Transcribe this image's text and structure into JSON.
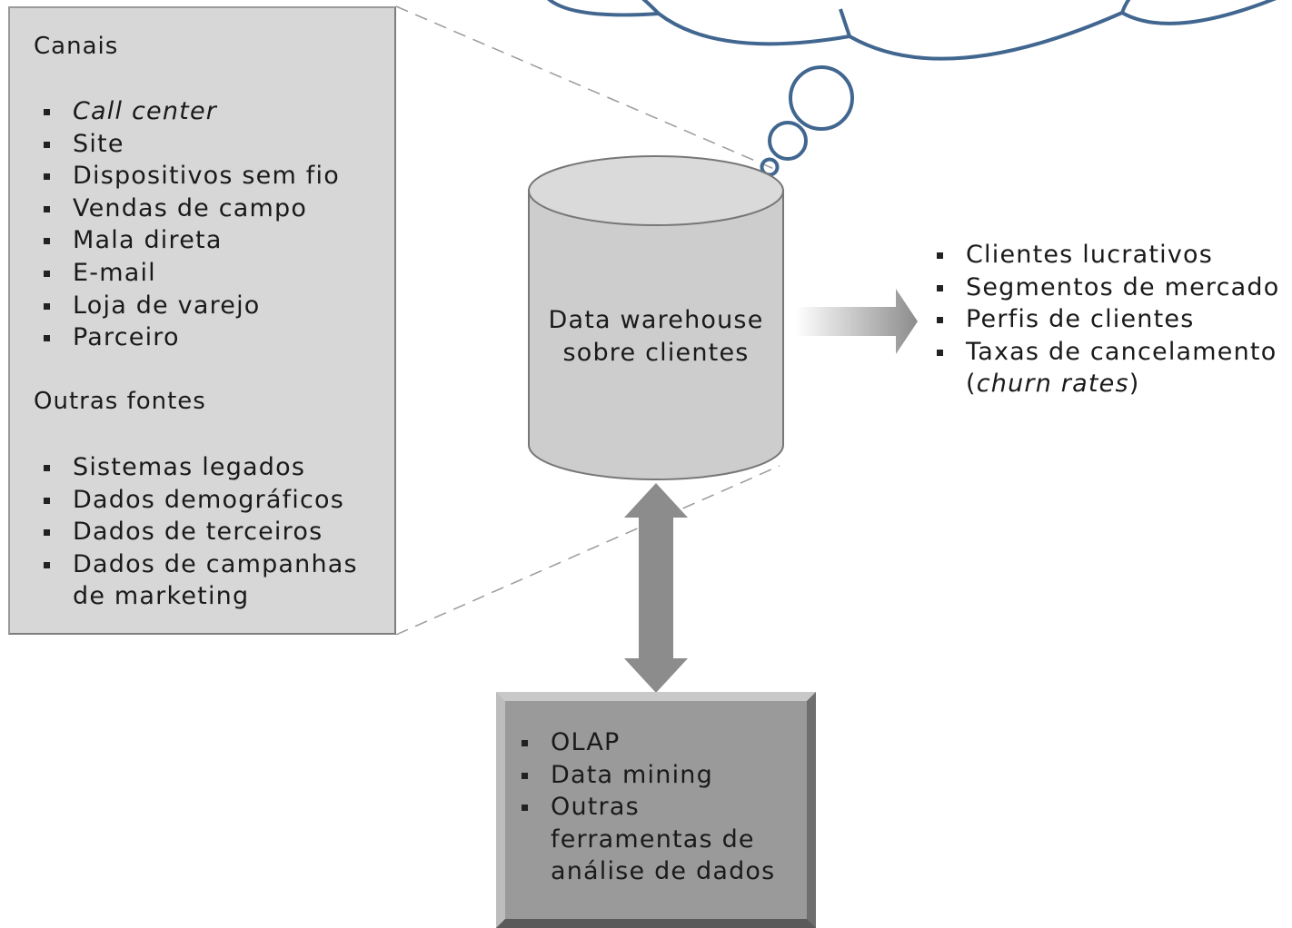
{
  "sources_panel": {
    "channels_heading": "Canais",
    "channels": [
      {
        "text": "Call center",
        "italic": true
      },
      {
        "text": "Site"
      },
      {
        "text": "Dispositivos sem fio"
      },
      {
        "text": "Vendas de campo"
      },
      {
        "text": "Mala direta"
      },
      {
        "text": "E-mail"
      },
      {
        "text": "Loja de varejo"
      },
      {
        "text": "Parceiro"
      }
    ],
    "other_heading": "Outras fontes",
    "other_sources": [
      "Sistemas legados",
      "Dados demográficos",
      "Dados de terceiros",
      "Dados de campanhas"
    ],
    "other_sources_continuation": "de marketing"
  },
  "warehouse": {
    "line1": "Data warehouse",
    "line2": "sobre clientes"
  },
  "outputs": {
    "items": [
      "Clientes lucrativos",
      "Segmentos de mercado",
      "Perfis de clientes",
      "Taxas de cancelamento"
    ],
    "churn_open": "(",
    "churn_italic": "churn rates",
    "churn_close": ")"
  },
  "analysis_tools": {
    "items": [
      "OLAP",
      "Data mining",
      "Outras"
    ],
    "line4": "ferramentas de",
    "line5": "análise de dados"
  },
  "colors": {
    "cloud_stroke": "#41668f",
    "panel_fill": "#d7d7d7",
    "cylinder_fill": "#cdcdcd",
    "arrow_gray": "#8c8c8c",
    "tools_fill": "#9a9a9a"
  }
}
